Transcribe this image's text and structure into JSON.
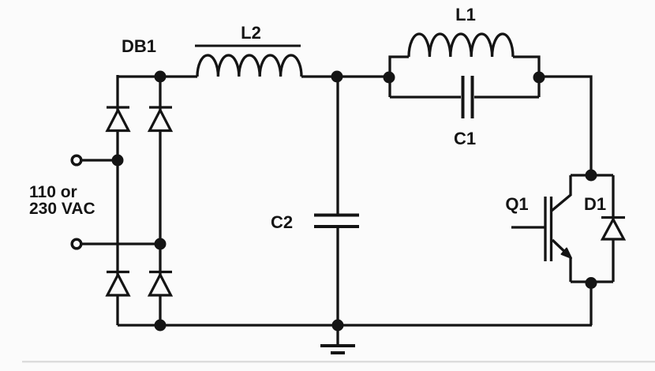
{
  "diagram": {
    "kind": "power-electronics-circuit-schematic",
    "background_color": "#fbfbfb",
    "line_color": "#141414",
    "labels": {
      "bridge": "DB1",
      "input_inductor": "L2",
      "tank_inductor": "L1",
      "tank_capacitor": "C1",
      "bus_capacitor": "C2",
      "transistor": "Q1",
      "parallel_diode": "D1",
      "ac_input_line1": "110 or",
      "ac_input_line2": "230 VAC"
    },
    "components": [
      {
        "ref": "DB1",
        "type": "bridge-rectifier-4-diodes"
      },
      {
        "ref": "L2",
        "type": "inductor-with-core-line"
      },
      {
        "ref": "C2",
        "type": "capacitor-to-ground"
      },
      {
        "ref": "L1",
        "type": "inductor"
      },
      {
        "ref": "C1",
        "type": "capacitor"
      },
      {
        "ref": "Q1",
        "type": "igbt-transistor"
      },
      {
        "ref": "D1",
        "type": "diode"
      },
      {
        "ref": "GND",
        "type": "earth-ground-symbol"
      }
    ],
    "ac_terminal_count": 2
  }
}
